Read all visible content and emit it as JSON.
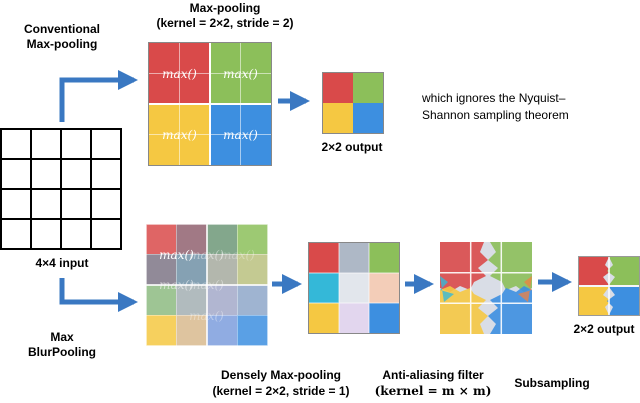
{
  "labels": {
    "conventional": "Conventional\nMax-pooling",
    "maxpool_title": "Max-pooling",
    "maxpool_params": "(kernel = 2×2, stride = 2)",
    "output_top": "2×2 output",
    "nyquist_line1": "which ignores the Nyquist–",
    "nyquist_line2": "Shannon sampling theorem",
    "input": "4×4 input",
    "blurpool": "Max\nBlurPooling",
    "dense_title": "Densely Max-pooling",
    "dense_params": "(kernel = 2×2, stride = 1)",
    "aa_title": "Anti-aliasing filter",
    "aa_params": "(kernel = m × m)",
    "subsampling": "Subsampling",
    "output_bottom": "2×2 output"
  },
  "max_op": "max()",
  "colors": {
    "red": "#d94a4a",
    "green": "#8cbf5a",
    "yellow": "#f5c842",
    "blue": "#3d8fe0",
    "slate": "#6e8aa0",
    "cyan": "#34b8d8",
    "orange": "#f08040",
    "arrow": "#3a78c2",
    "lavender": "#c6b8e0",
    "pink": "#f3cdb8",
    "grey": "#aeb8c6"
  }
}
